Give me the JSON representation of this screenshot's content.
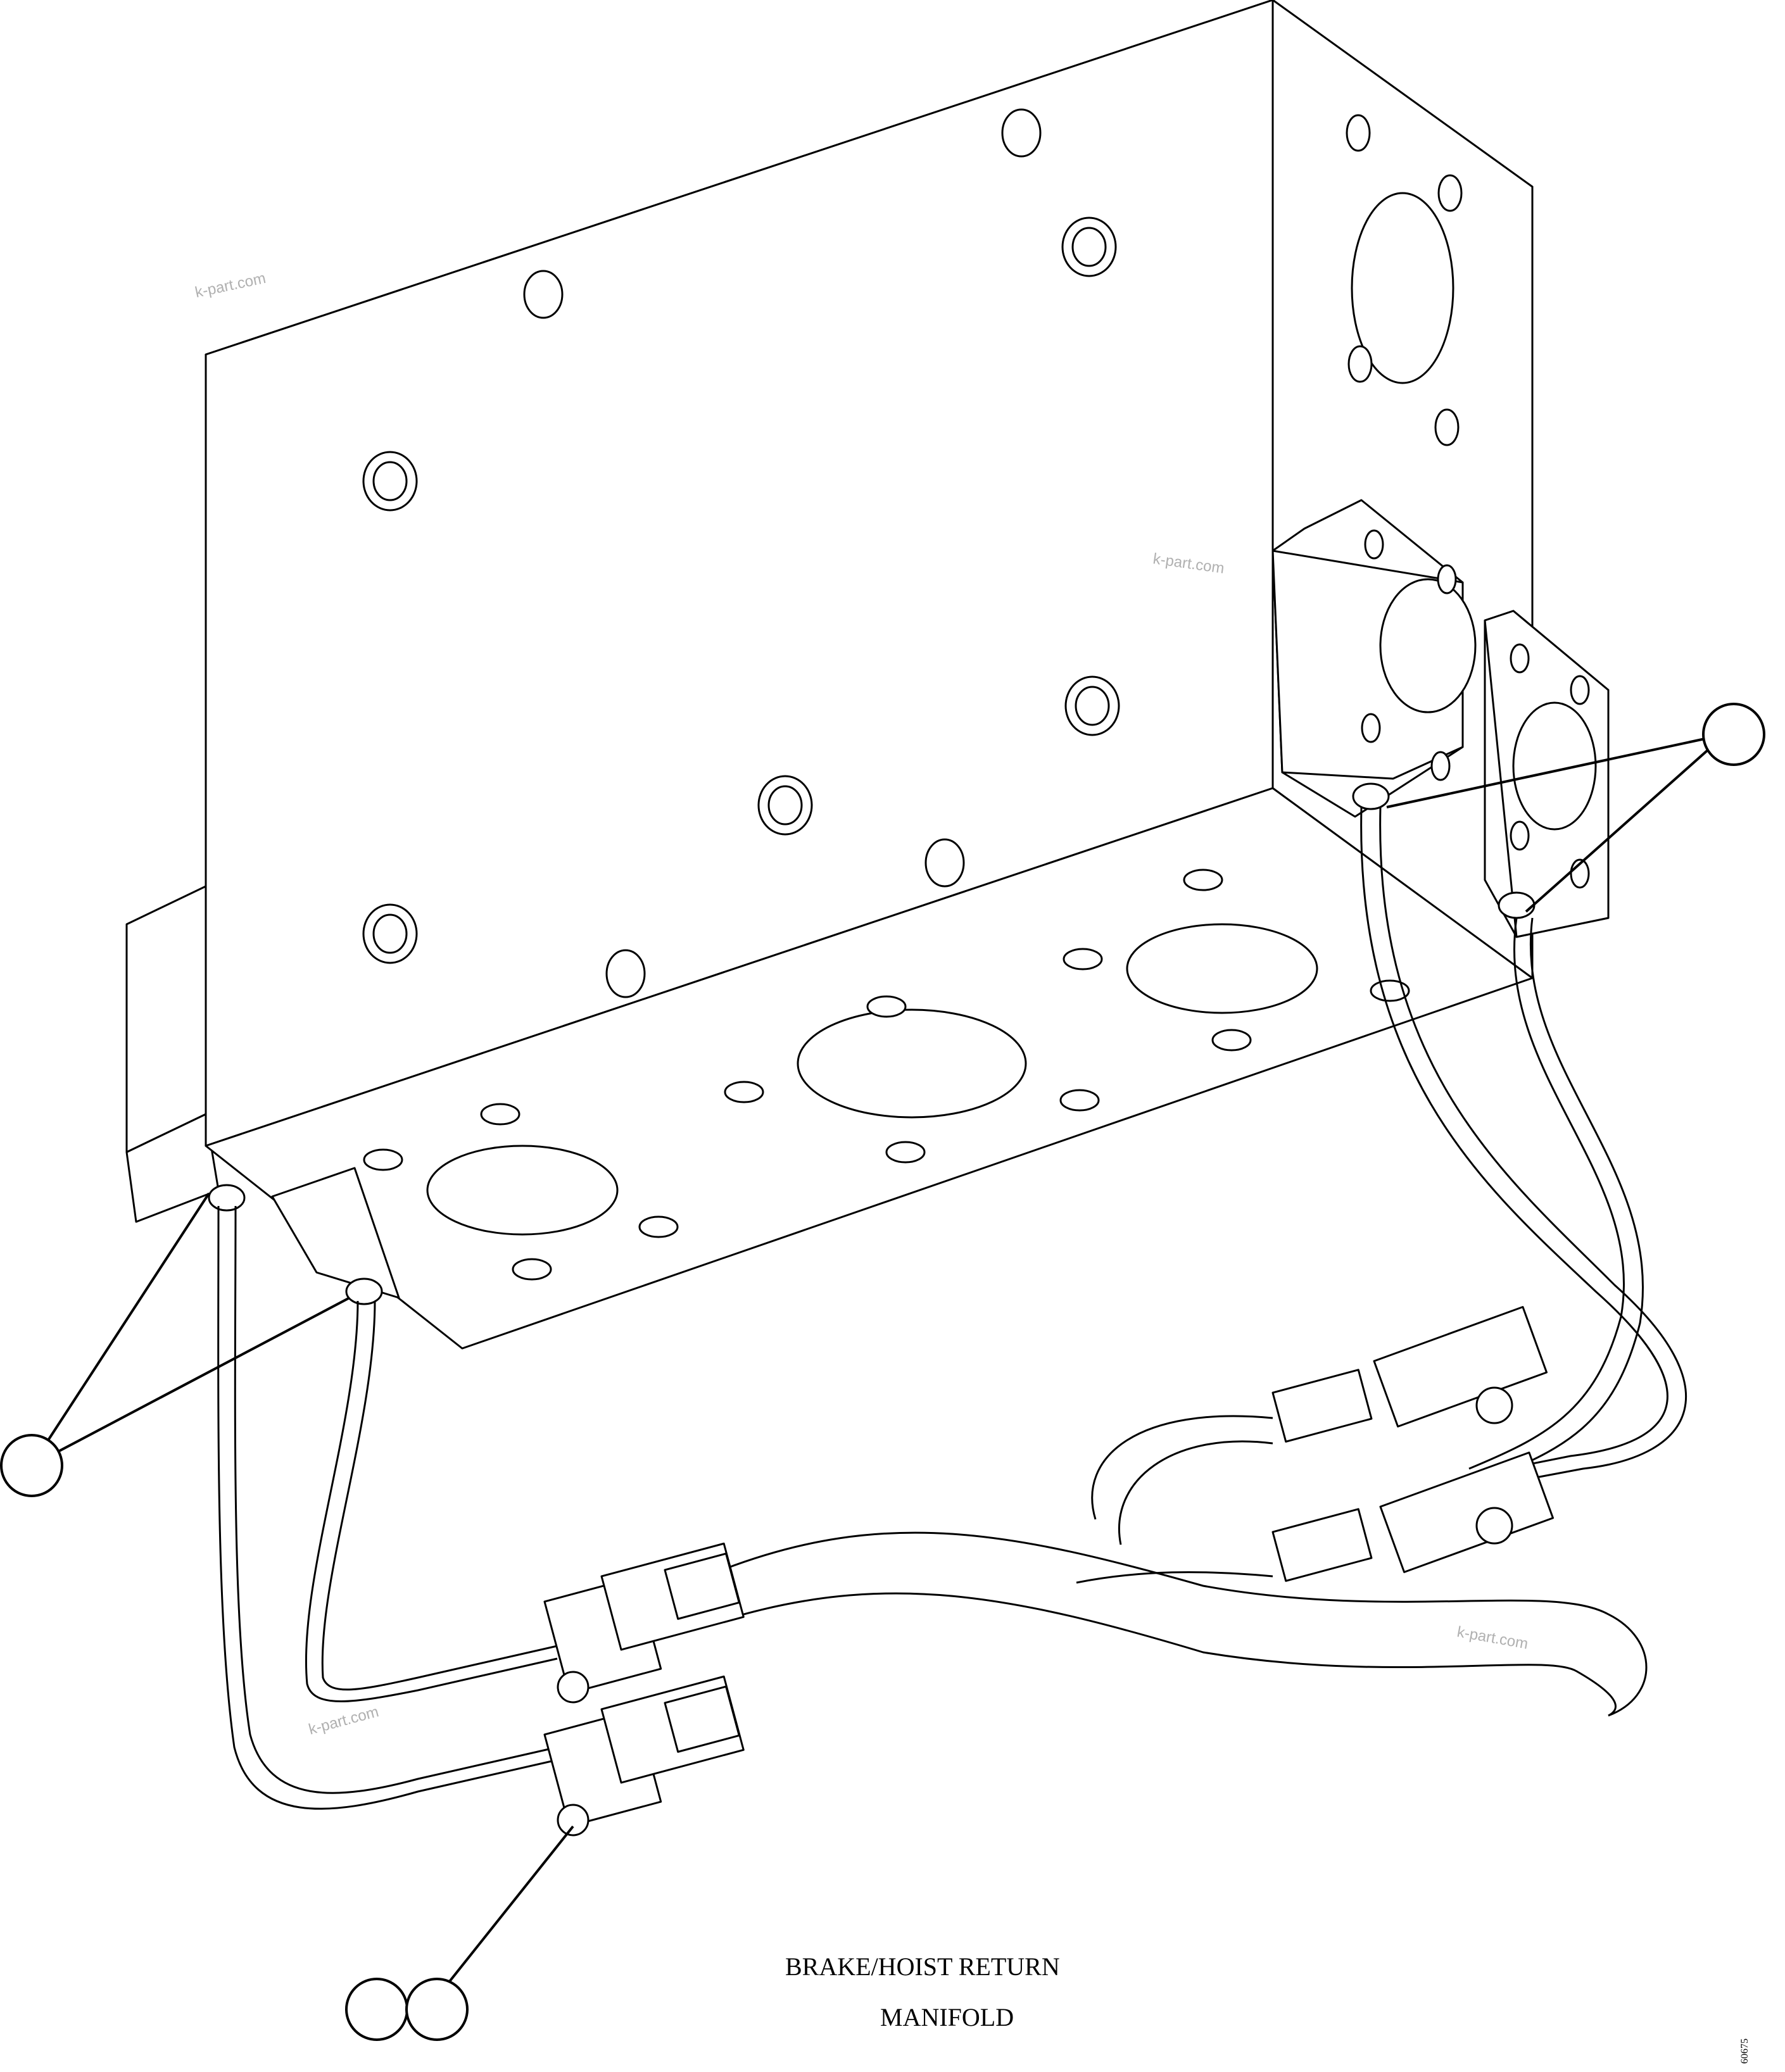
{
  "title_lines": [
    "BRAKE/HOIST RETURN",
    "MANIFOLD"
  ],
  "watermarks": [
    "k-part.com",
    "k-part.com",
    "k-part.com",
    "k-part.com"
  ],
  "figure_number": "60675",
  "callouts": [
    {
      "id": "callout-upper-right",
      "label": ""
    },
    {
      "id": "callout-left",
      "label": ""
    },
    {
      "id": "callout-bottom-a",
      "label": ""
    },
    {
      "id": "callout-bottom-b",
      "label": ""
    }
  ]
}
